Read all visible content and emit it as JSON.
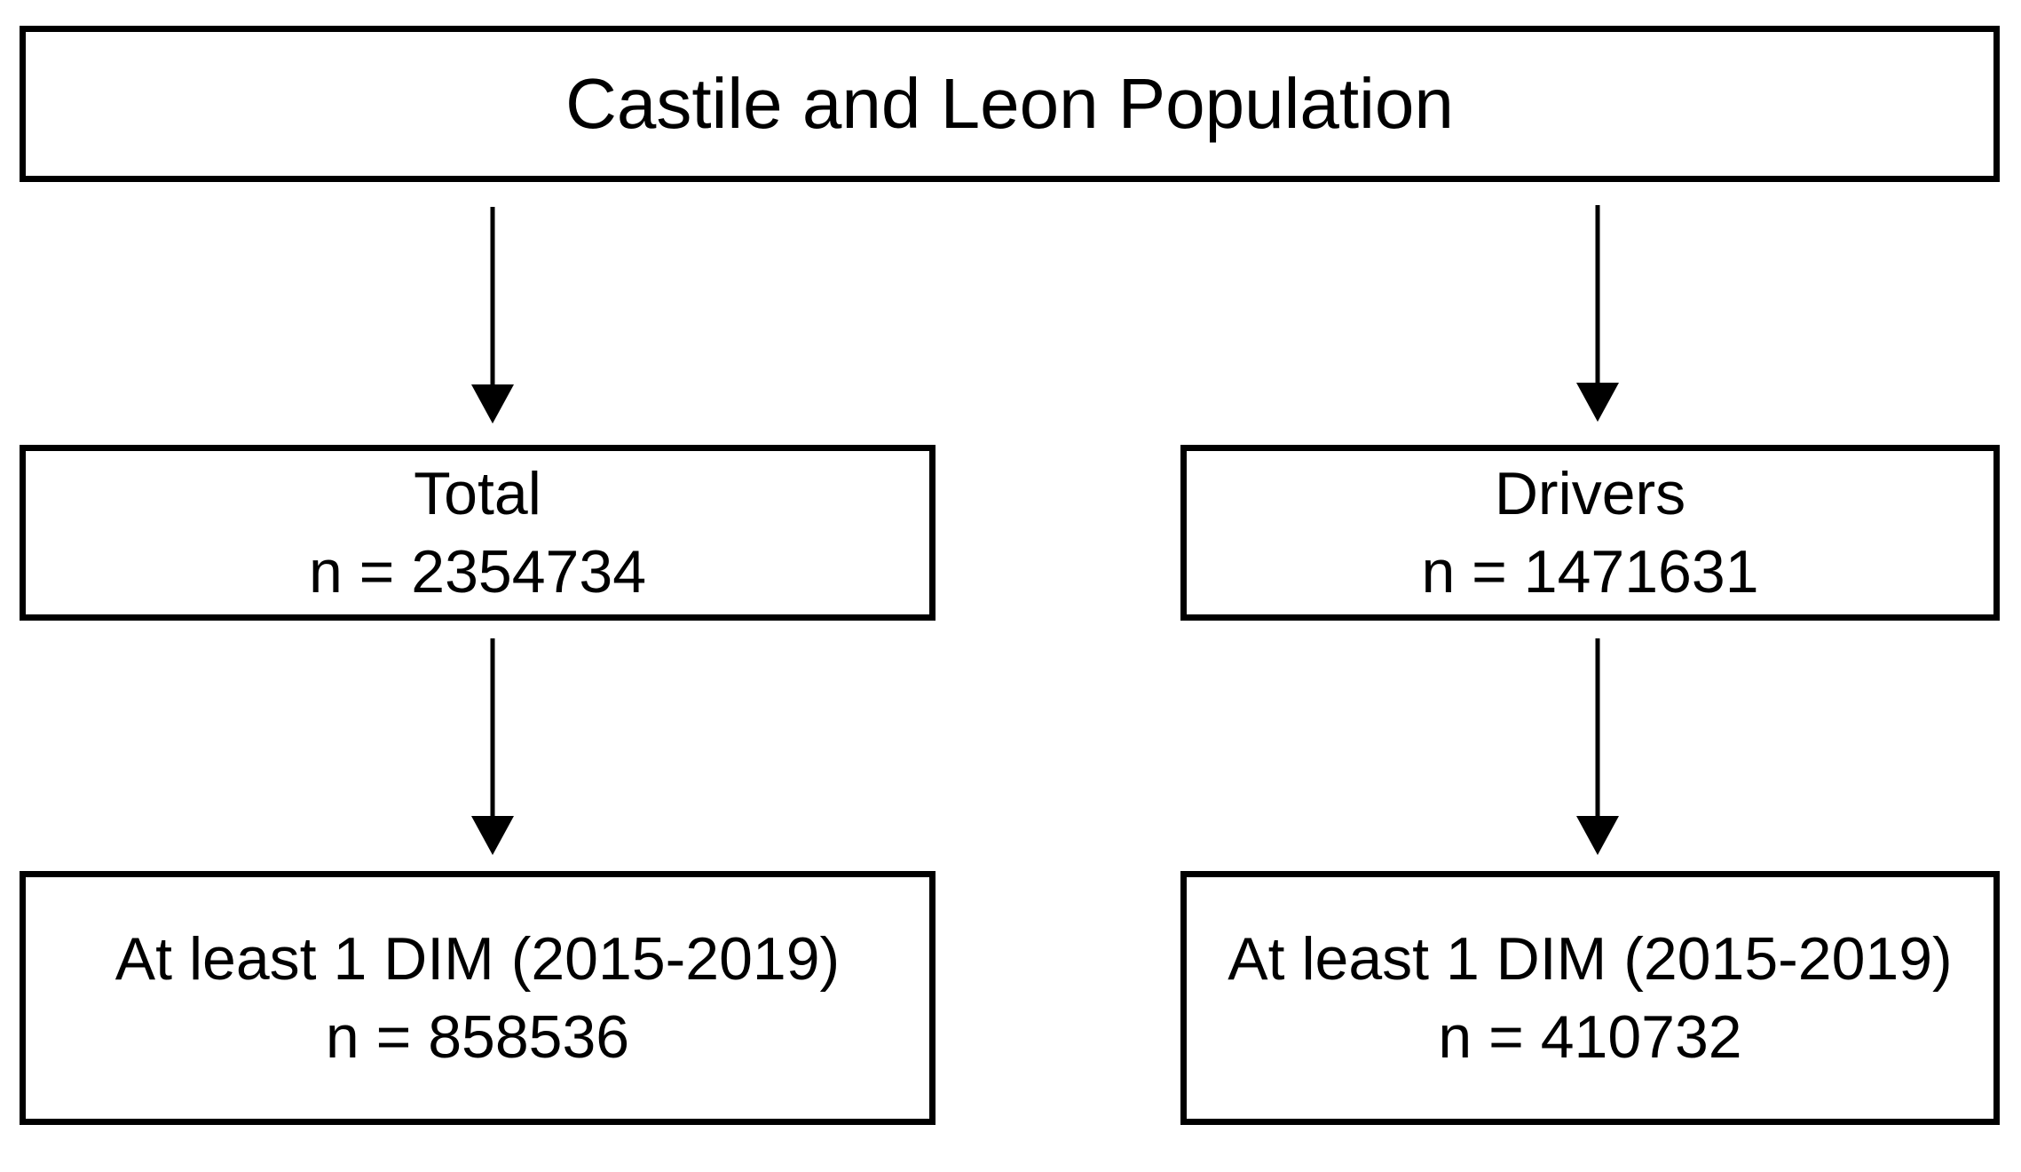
{
  "figure": {
    "population": {
      "label": "Castile and Leon Population"
    },
    "total": {
      "title": "Total",
      "count": "n = 2354734"
    },
    "drivers": {
      "title": "Drivers",
      "count": "n = 1471631"
    },
    "total_dim": {
      "title": "At least 1 DIM (2015-2019)",
      "count": "n = 858536"
    },
    "drivers_dim": {
      "title": "At least 1 DIM (2015-2019)",
      "count": "n = 410732"
    },
    "colors": {
      "border": "#000000",
      "text": "#000000",
      "background": "#ffffff"
    }
  }
}
